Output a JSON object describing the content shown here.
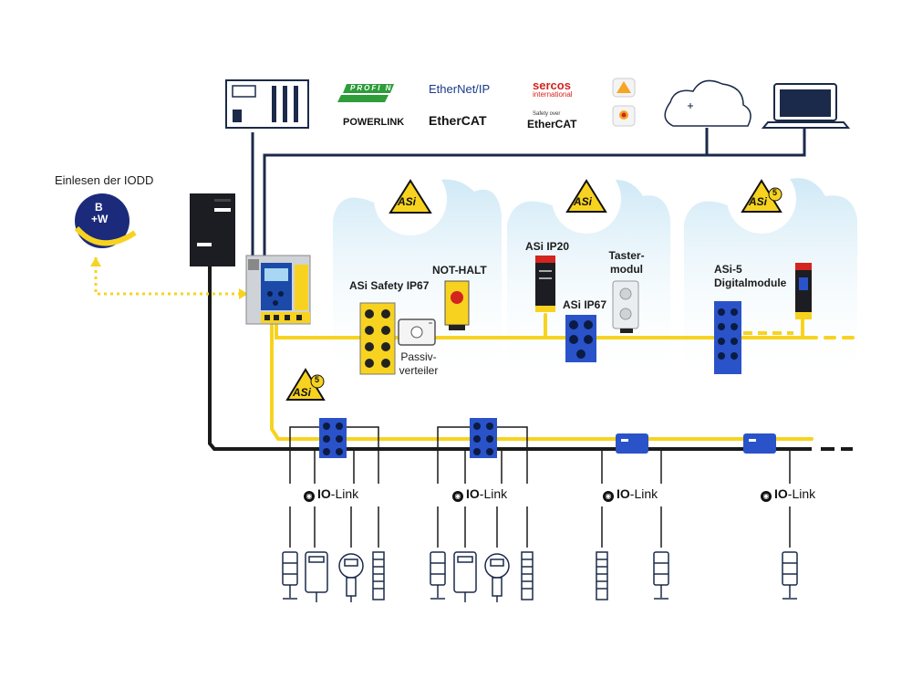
{
  "iodd_label": "Einlesen der IODD",
  "bw_logo": {
    "top": "B",
    "bottom": "+W"
  },
  "fieldbus_logos": {
    "profinet": "PROFI NET",
    "ethernet_ip": "EtherNet/IP",
    "sercos": "sercos",
    "sercos_sub": "international",
    "powerlink": "POWERLINK",
    "ethercat": "EtherCAT",
    "safety_over": "Safety over",
    "ethercat_safety": "EtherCAT"
  },
  "asi_logo_text": "ASi",
  "asi5_digit": "5",
  "labels": {
    "asi_safety": "ASi Safety IP67",
    "not_halt": "NOT-HALT",
    "passiv_1": "Passiv-",
    "passiv_2": "verteiler",
    "asi_ip20": "ASi IP20",
    "asi_ip67": "ASi IP67",
    "taster_1": "Taster-",
    "taster_2": "modul",
    "asi5_1": "ASi-5",
    "asi5_2": "Digitalmodule"
  },
  "io_link": {
    "prefix": "IO",
    "suffix": "-Link"
  },
  "colors": {
    "yellow": "#f7d320",
    "black": "#1a1a1a",
    "navy": "#1b2a4a",
    "blue": "#2a53c9",
    "cloud": "#d4ecf7"
  }
}
